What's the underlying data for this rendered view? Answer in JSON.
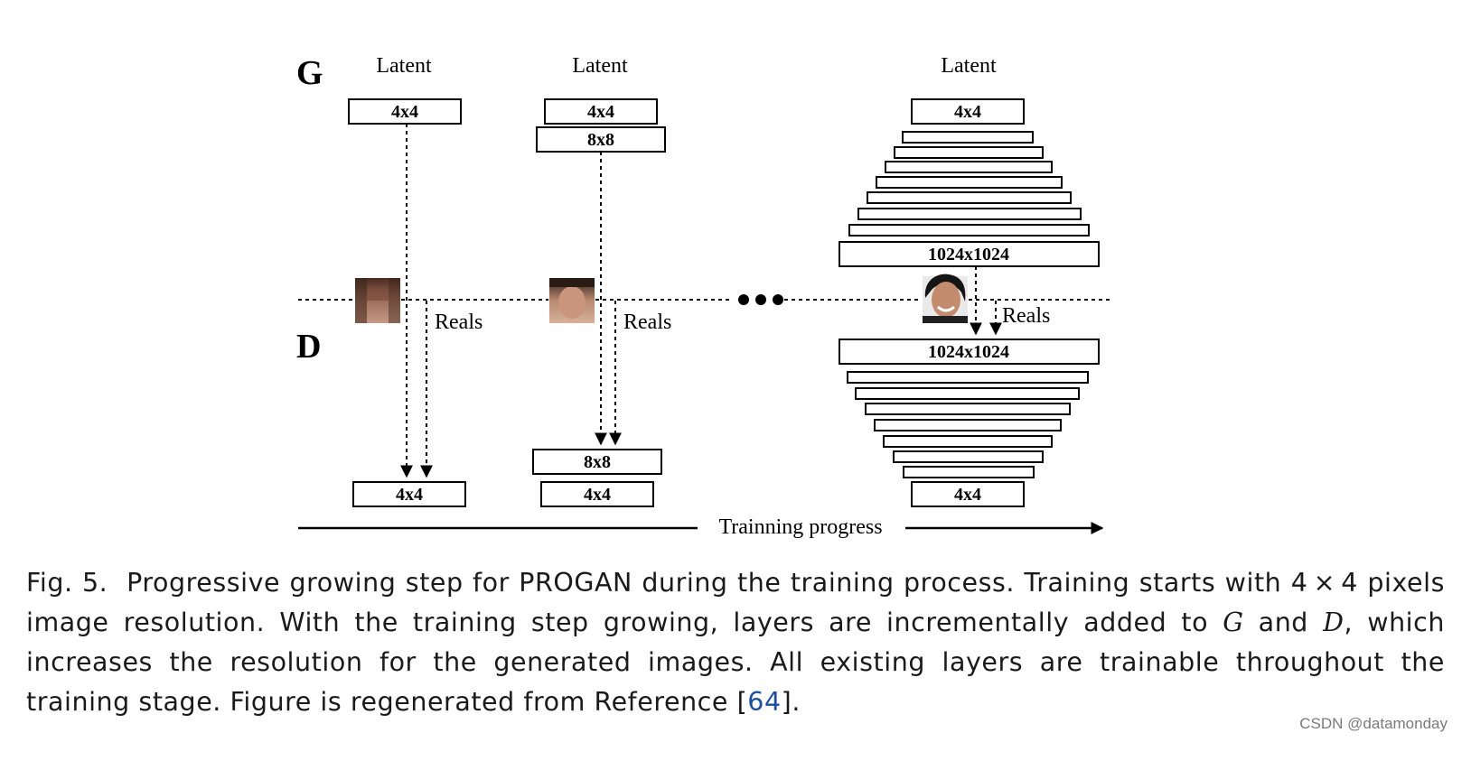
{
  "figure": {
    "g_label": "G",
    "d_label": "D",
    "latent_label": "Latent",
    "reals_label": "Reals",
    "progress_label": "Trainning progress",
    "col1": {
      "g_layers": [
        "4x4"
      ],
      "d_layers": [
        "4x4"
      ]
    },
    "col2": {
      "g_layers": [
        "4x4",
        "8x8"
      ],
      "d_layers": [
        "8x8",
        "4x4"
      ]
    },
    "col3": {
      "g_top": "4x4",
      "g_bottom": "1024x1024",
      "d_top": "1024x1024",
      "d_bottom": "4x4"
    }
  },
  "caption": {
    "fig_no": "Fig. 5.",
    "text_1": "Progressive growing step for PROGAN during the training process. Training starts with 4 × 4 pixels image resolution. With the training step growing, layers are incrementally added to ",
    "g": "G",
    "and": " and ",
    "d": "D",
    "text_2": ", which increases the resolution for the generated images. All existing layers are trainable throughout the training stage. Figure is regenerated from Reference [",
    "ref": "64",
    "text_3": "]."
  },
  "watermark": "CSDN @datamonday"
}
